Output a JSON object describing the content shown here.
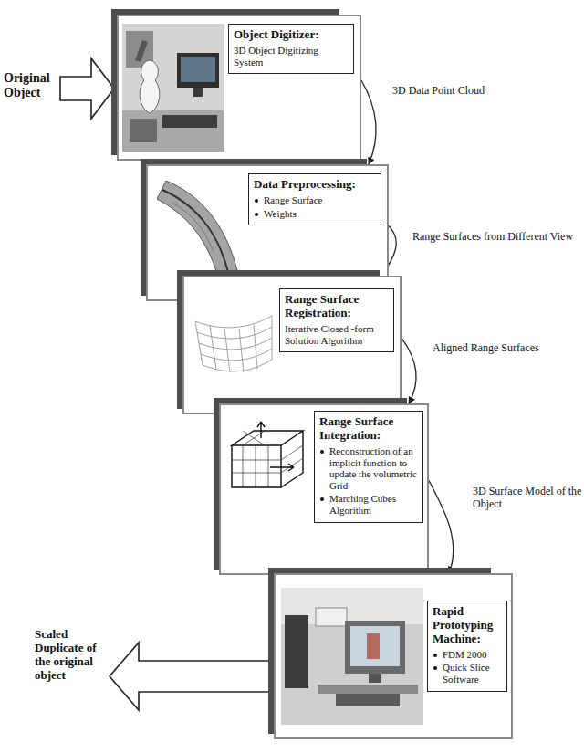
{
  "diagram": {
    "nodes": [
      {
        "text": [
          "Object Digitizer:",
          "3D Object Digitizing System"
        ]
      },
      {
        "text": [
          "Data Preprocessing:",
          "Range Surface",
          "Weights"
        ]
      },
      {
        "text": [
          "Range Surface Registration:",
          "Iterative Closed -form Solution Algorithm"
        ]
      },
      {
        "text": [
          "Range Surface Integration:",
          "Reconstruction of an implicit function to update the volumetric Grid",
          "Marching Cubes Algorithm"
        ]
      },
      {
        "text": [
          "Rapid Prototyping Machine:",
          "FDM 2000",
          "Quick Slice Software"
        ]
      }
    ],
    "edges": [
      {
        "from": 0,
        "to": 1,
        "arrow": "to",
        "label": "3D Data Point Cloud"
      },
      {
        "from": 1,
        "to": 2,
        "arrow": "to",
        "label": "Range Surfaces from Different View"
      },
      {
        "from": 2,
        "to": 3,
        "arrow": "to",
        "label": "Aligned Range Surfaces"
      },
      {
        "from": 3,
        "to": 4,
        "arrow": "to",
        "label": "3D Surface Model of the Object"
      }
    ],
    "labels": [
      "Original Object",
      "Scaled Duplicate of the original object"
    ]
  }
}
